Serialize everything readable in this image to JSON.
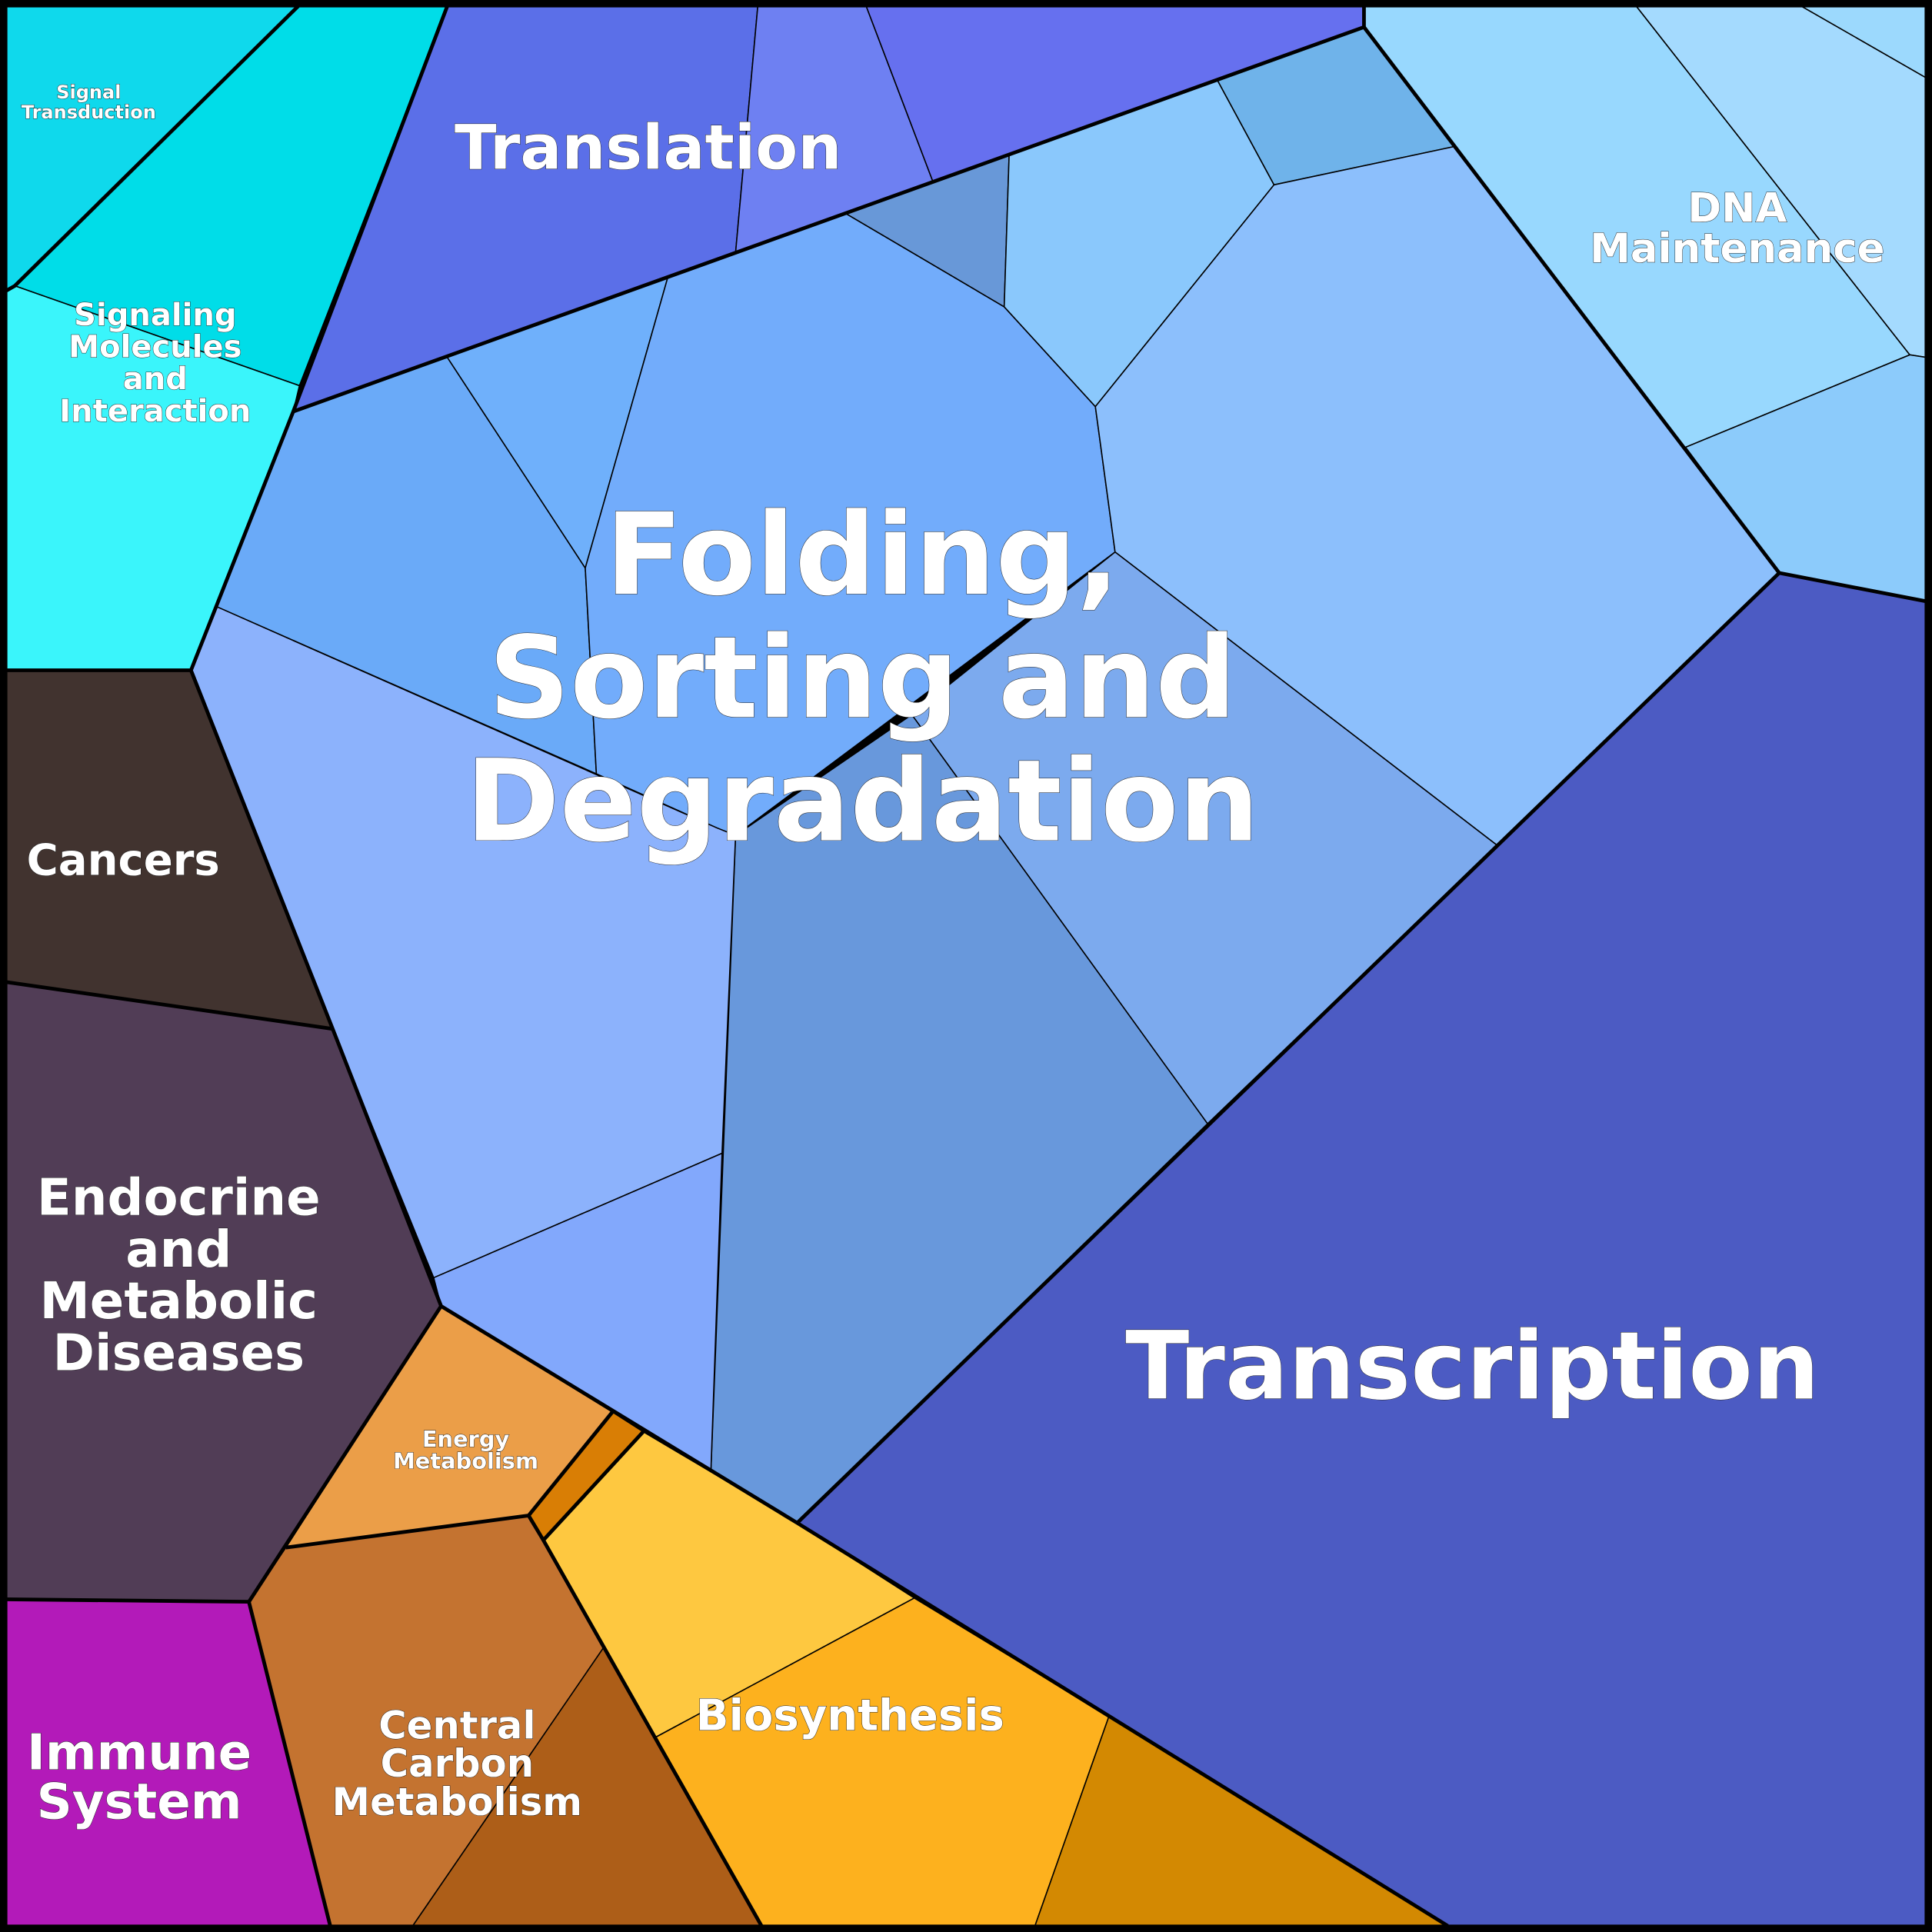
{
  "chart_data": {
    "type": "treemap",
    "subtype": "voronoi",
    "title": "",
    "groups": [
      {
        "name": "Signal Transduction",
        "colors": [
          "#0fd9ec"
        ]
      },
      {
        "name": "Signaling Molecules and Interaction",
        "colors": [
          "#00dde8",
          "#3af5fb"
        ]
      },
      {
        "name": "Translation",
        "colors": [
          "#5b6fe8",
          "#6e80f2",
          "#6670ef"
        ]
      },
      {
        "name": "Folding, Sorting and Degradation",
        "colors": [
          "#6aaaf8",
          "#6fb0fb",
          "#72acfb",
          "#6898d8",
          "#8ac8fc",
          "#6fb3ea",
          "#8cbffc",
          "#7caaee",
          "#6898dc",
          "#8cb2fc",
          "#82a8fc"
        ]
      },
      {
        "name": "DNA Maintenance",
        "colors": [
          "#98d8fe",
          "#a4dafe",
          "#9cd9fd",
          "#8ccbfb"
        ]
      },
      {
        "name": "Transcription",
        "colors": [
          "#4c5bc3"
        ]
      },
      {
        "name": "Cancers",
        "colors": [
          "#41332f"
        ]
      },
      {
        "name": "Endocrine and Metabolic Diseases",
        "colors": [
          "#513d56"
        ]
      },
      {
        "name": "Immune System",
        "colors": [
          "#b31ab9"
        ]
      },
      {
        "name": "Energy Metabolism",
        "colors": [
          "#eb9e48",
          "#d97e05"
        ]
      },
      {
        "name": "Central Carbon Metabolism",
        "colors": [
          "#c47330",
          "#ad5e18"
        ]
      },
      {
        "name": "Biosynthesis",
        "colors": [
          "#fec840",
          "#fdb11e",
          "#d38902"
        ]
      }
    ],
    "labels": {
      "signal_transduction": [
        "Signal",
        "Transduction"
      ],
      "signaling": [
        "Signaling",
        "Molecules",
        "and",
        "Interaction"
      ],
      "translation": [
        "Translation"
      ],
      "folding": [
        "Folding,",
        "Sorting and",
        "Degradation"
      ],
      "dna": [
        "DNA",
        "Maintenance"
      ],
      "transcription": [
        "Transcription"
      ],
      "cancers": [
        "Cancers"
      ],
      "endocrine": [
        "Endocrine",
        "and",
        "Metabolic",
        "Diseases"
      ],
      "immune": [
        "Immune",
        "System"
      ],
      "energy": [
        "Energy",
        "Metabolism"
      ],
      "central": [
        "Central",
        "Carbon",
        "Metabolism"
      ],
      "biosynthesis": [
        "Biosynthesis"
      ]
    }
  }
}
